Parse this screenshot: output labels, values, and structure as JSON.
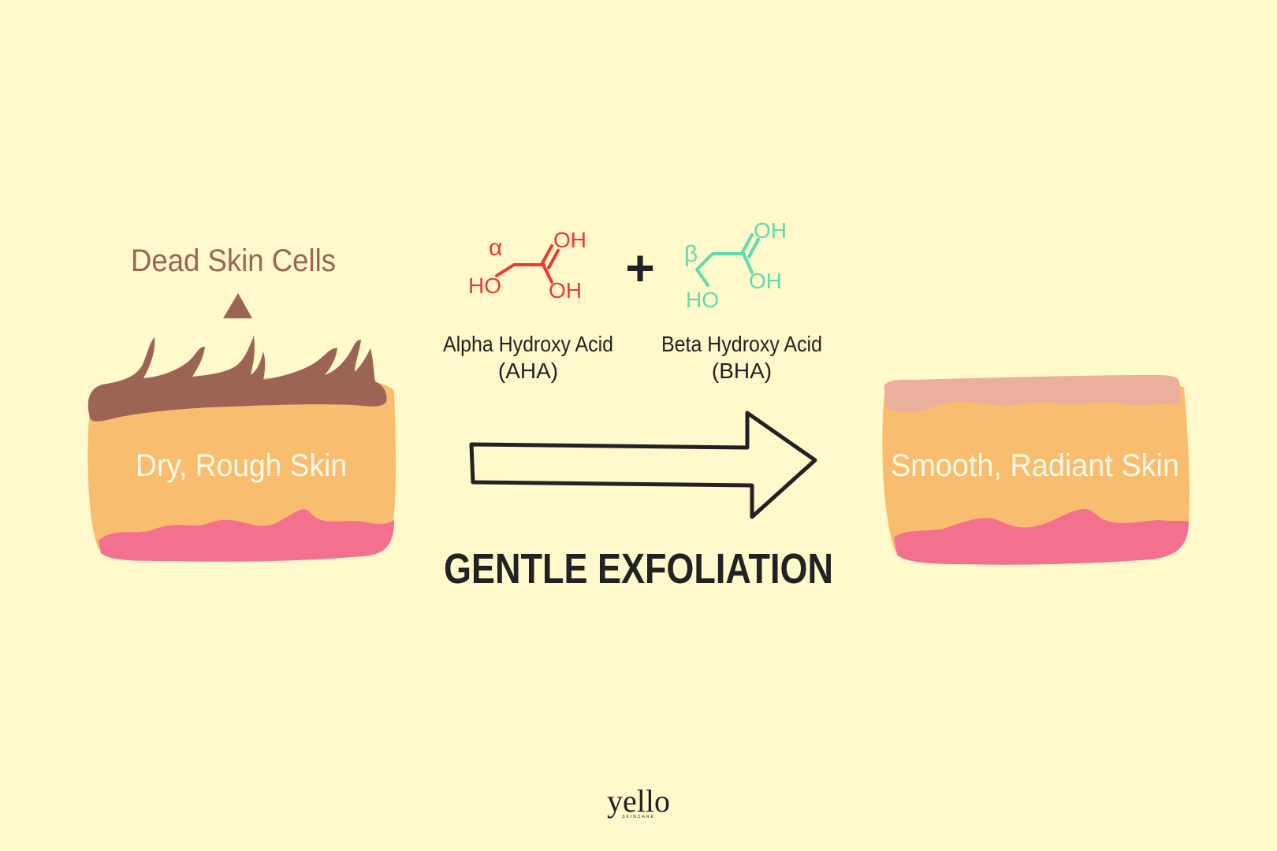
{
  "colors": {
    "background": "#fff9cc",
    "dead_skin": "#9b6454",
    "skin_mid": "#f8bd6f",
    "skin_bottom": "#f4708f",
    "skin_top_smooth": "#eab09d",
    "aha": "#ee3834",
    "bha": "#5fdcae",
    "ink": "#222222"
  },
  "left": {
    "dead_label": "Dead Skin Cells",
    "skin_label": "Dry, Rough Skin",
    "icon": "up-triangle-icon"
  },
  "middle": {
    "aha": {
      "line1": "Alpha Hydroxy Acid",
      "line2": "(AHA)",
      "symbol": "α",
      "oh_top": "OH",
      "oh_bottom": "OH",
      "ho": "HO"
    },
    "plus": "+",
    "bha": {
      "line1": "Beta Hydroxy Acid",
      "line2": "(BHA)",
      "symbol": "β",
      "oh_top": "OH",
      "oh_bottom": "OH",
      "ho": "HO"
    },
    "process": "GENTLE EXFOLIATION",
    "arrow_icon": "right-arrow-icon"
  },
  "right": {
    "skin_label": "Smooth, Radiant Skin"
  },
  "brand": {
    "logo": "yello",
    "tag": "SKINCARE"
  }
}
